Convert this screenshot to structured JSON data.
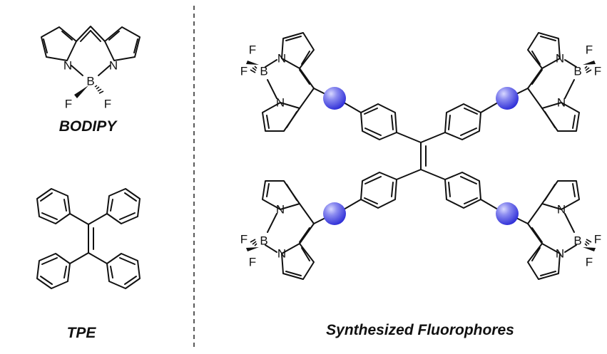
{
  "captions": {
    "bodipy": "BODIPY",
    "tpe": "TPE",
    "fluorophores": "Synthesized Fluorophores"
  },
  "atoms": {
    "nitrogen": "N",
    "boron": "B",
    "fluorine": "F"
  },
  "colors": {
    "linker_sphere_core": "#2a2ad6",
    "linker_sphere_highlight": "#d8d8ff",
    "bond": "#111111"
  }
}
